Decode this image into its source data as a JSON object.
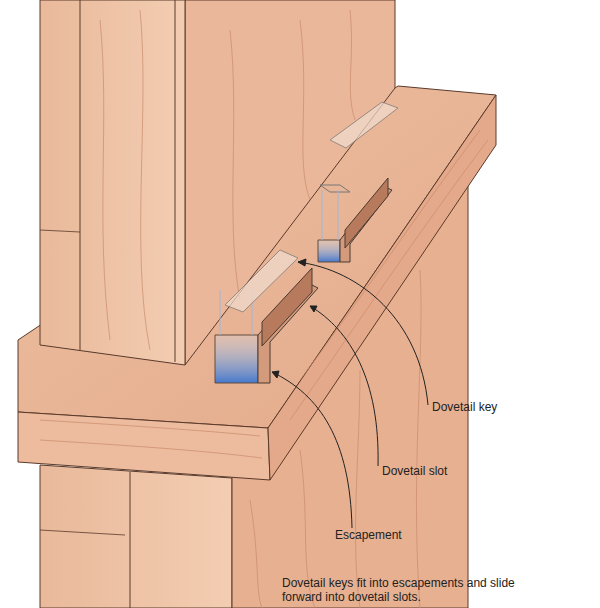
{
  "diagram": {
    "caption": "Dovetail keys fit into escapements and slide forward into dovetail slots.",
    "labels": [
      "Dovetail key",
      "Dovetail slot",
      "Escapement"
    ]
  }
}
